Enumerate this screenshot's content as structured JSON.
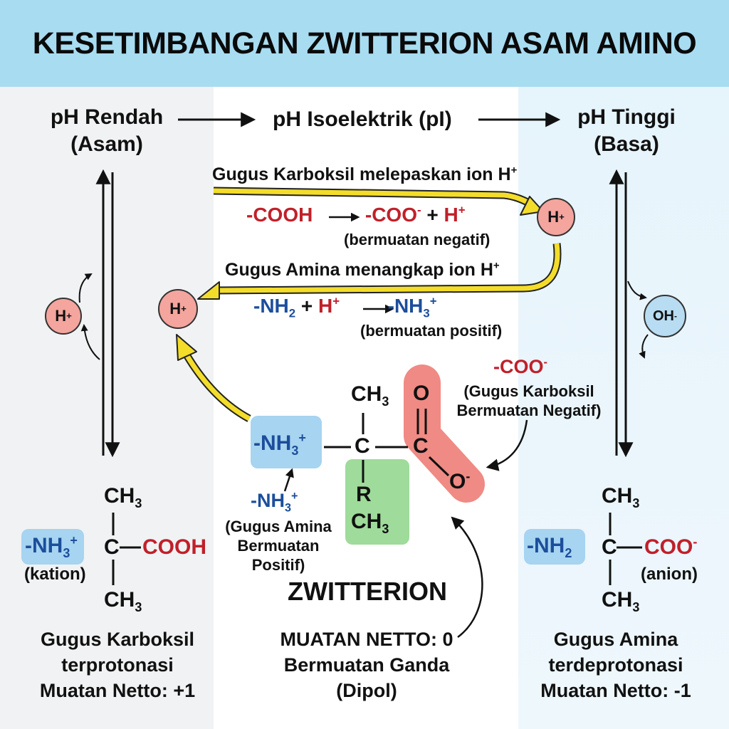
{
  "title": "KESETIMBANGAN ZWITTERION ASAM AMINO",
  "headers": {
    "low_line1": "pH Rendah",
    "low_line2": "(Asam)",
    "iso": "pH Isoelektrik (pI)",
    "high_line1": "pH Tinggi",
    "high_line2": "(Basa)"
  },
  "reaction1": {
    "caption": "Gugus Karboksil melepaskan ion H",
    "reactant": "-COOH",
    "product": "-COO",
    "plus": "+",
    "proton": "H",
    "note": "(bermuatan negatif)"
  },
  "reaction2": {
    "caption": "Gugus Amina menangkap ion H",
    "reactant": "-NH",
    "plus": "+",
    "proton": "H",
    "product": "-NH",
    "note": "(bermuatan positif)"
  },
  "ions": {
    "h": "H",
    "oh": "OH"
  },
  "zwitterion": {
    "amine": "-NH",
    "ch3_top": "CH",
    "c": "C",
    "o_double": "O",
    "carbonyl_c": "C",
    "o_minus": "O",
    "r": "R",
    "ch3_bottom": "CH",
    "label": "ZWITTERION",
    "net_charge": "MUATAN NETTO: 0",
    "double_charge": "Bermuatan Ganda",
    "dipole": "(Dipol)",
    "coo_label": "-COO",
    "coo_desc1": "(Gugus Karboksil",
    "coo_desc2": "Bermuatan Negatif)",
    "amine_label": "-NH",
    "amine_desc1": "(Gugus Amina",
    "amine_desc2": "Bermuatan",
    "amine_desc3": "Positif)"
  },
  "cation": {
    "ch3_top": "CH",
    "amine": "-NH",
    "c": "C",
    "acid": "COOH",
    "ch3_bottom": "CH",
    "label": "(kation)",
    "desc1": "Gugus Karboksil",
    "desc2": "terprotonasi",
    "desc3": "Muatan Netto: +1"
  },
  "anion": {
    "ch3_top": "CH",
    "amine": "-NH",
    "c": "C",
    "carboxylate": "COO",
    "ch3_bottom": "CH",
    "label": "(anion)",
    "desc1": "Gugus Amina",
    "desc2": "terdeprotonasi",
    "desc3": "Muatan Netto: -1"
  },
  "colors": {
    "banner": "#a8dcf1",
    "red": "#c0202a",
    "blue": "#1c4e9c",
    "yellow_arrow": "#f3dd2a",
    "h_circle": "#f4a59e",
    "oh_circle": "#b8dcf2",
    "amine_box": "#a6d4f1",
    "carboxyl_box": "#f08a84",
    "r_box": "#9fdb9a"
  }
}
